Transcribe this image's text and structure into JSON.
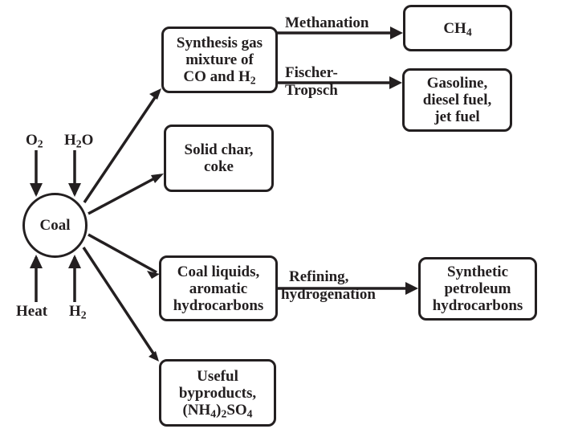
{
  "diagram": {
    "type": "flowchart",
    "title": "",
    "colors": {
      "stroke": "#231f20",
      "background": "#ffffff"
    },
    "source_node": {
      "id": "coal",
      "label": "Coal",
      "shape": "circle"
    },
    "inputs": [
      {
        "id": "o2",
        "text": "O",
        "sub": "2",
        "after": "",
        "direction": "down-into-coal"
      },
      {
        "id": "h2o",
        "text": "H",
        "sub": "2",
        "after": "O",
        "direction": "down-into-coal"
      },
      {
        "id": "heat",
        "text": "Heat",
        "sub": "",
        "after": "",
        "direction": "up-into-coal"
      },
      {
        "id": "h2",
        "text": "H",
        "sub": "2",
        "after": "",
        "direction": "up-into-coal"
      }
    ],
    "nodes": {
      "synthesis_gas": {
        "lines": [
          "Synthesis gas",
          "mixture of"
        ],
        "line3_pre": "CO and H",
        "line3_sub": "2"
      },
      "ch4": {
        "pre": "CH",
        "sub": "4"
      },
      "gasoline": {
        "lines": [
          "Gasoline,",
          "diesel fuel,",
          "jet fuel"
        ]
      },
      "solid_char": {
        "lines": [
          "Solid char,",
          "coke"
        ]
      },
      "coal_liquids": {
        "lines": [
          "Coal liquids,",
          "aromatic",
          "hydrocarbons"
        ]
      },
      "synthetic_petroleum": {
        "lines": [
          "Synthetic",
          "petroleum",
          "hydrocarbons"
        ]
      },
      "byproducts": {
        "lines": [
          "Useful",
          "byproducts,"
        ],
        "formula": {
          "p1": "(NH",
          "s1": "4",
          "p2": ")",
          "s2": "2",
          "p3": "SO",
          "s3": "4"
        }
      }
    },
    "edge_labels": {
      "methanation": "Methanation",
      "fischer_tropsch": [
        "Fischer-",
        "Tropsch"
      ],
      "refining": [
        "Refining,",
        "hydrogenation"
      ]
    },
    "edges": [
      {
        "from": "O2",
        "to": "Coal"
      },
      {
        "from": "H2O",
        "to": "Coal"
      },
      {
        "from": "Heat",
        "to": "Coal"
      },
      {
        "from": "H2",
        "to": "Coal"
      },
      {
        "from": "Coal",
        "to": "Synthesis gas mixture of CO and H2"
      },
      {
        "from": "Coal",
        "to": "Solid char, coke"
      },
      {
        "from": "Coal",
        "to": "Coal liquids, aromatic hydrocarbons"
      },
      {
        "from": "Coal",
        "to": "Useful byproducts, (NH4)2SO4"
      },
      {
        "from": "Synthesis gas mixture of CO and H2",
        "to": "CH4",
        "label": "Methanation"
      },
      {
        "from": "Synthesis gas mixture of CO and H2",
        "to": "Gasoline, diesel fuel, jet fuel",
        "label": "Fischer-Tropsch"
      },
      {
        "from": "Coal liquids, aromatic hydrocarbons",
        "to": "Synthetic petroleum hydrocarbons",
        "label": "Refining, hydrogenation"
      }
    ]
  }
}
